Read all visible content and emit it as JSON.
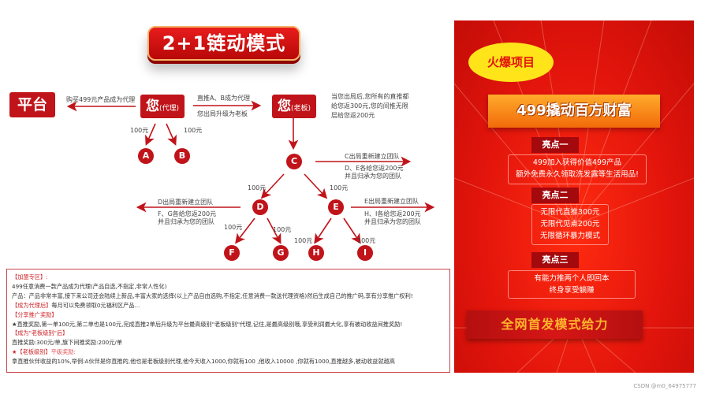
{
  "title": "2+1链动模式",
  "diagram": {
    "platform": "平台",
    "you_agent": {
      "main": "您",
      "sub": "(代理)"
    },
    "you_boss": {
      "main": "您",
      "sub": "(老板)"
    },
    "buy_label": "购买499元产品成为代理",
    "direct_label_1": "直推A、B成为代理",
    "direct_label_2": "您出局升级为老板",
    "boss_note": [
      "当您出局后,您所有的直推都",
      "给您返300元,您的间推无限",
      "层给您返200元"
    ],
    "amount": "100元",
    "nodes": [
      "A",
      "B",
      "C",
      "D",
      "E",
      "F",
      "G",
      "H",
      "I"
    ],
    "c_exit": {
      "title": "C出局重新建立团队",
      "line1": "D、E各给您返200元",
      "line2": "并且归承为您的团队"
    },
    "d_exit": {
      "title": "D出局重新建立团队",
      "line1": "F、G各给您返200元",
      "line2": "并且归承为您的团队"
    },
    "e_exit": {
      "title": "E出局重新建立团队",
      "line1": "H、I各给您返200元",
      "line2": "并且归承为您的团队"
    }
  },
  "info": {
    "join_header": "【加盟专区】:",
    "join_line": "499任意消费一款产品成为代理(产品自选,不指定,非常人性化)",
    "product_line": "产品：产品非常丰富,接下来公司还会陆续上新品,丰富大家的选择(以上产品自由选购,不指定,任意消费一款送代理资格)然后生成自己的推广码,享有分享推广权利!",
    "agent_header": "【成为代理后】",
    "agent_text": "每月可以免费领取0元福利区产品...",
    "share_header": "【分享推广奖励】",
    "share_text": "★直推奖励,第一单100元,第二单也是100元,完成直推2单后升级为平台最高级别\"老板级别\"代理,记住,是最高级别哦,享受利润最大化,享有被动收益间推奖励!",
    "boss_header": "【成为\"老板级别\"后】",
    "boss_text": "直推奖励:300元/单,旗下间推奖励:200元/单",
    "peer_star": "★",
    "peer_header": "【老板级别】",
    "peer_sub": "平级奖励:",
    "peer_text": "拿直推伙伴收益的10%,举例:A伙伴是你直推的,他也是老板级别代理,他今天收入1000,你就有100 ,他收入10000 ,你就有1000,直推越多,被动收益就越高"
  },
  "promo": {
    "burst": "火爆项目",
    "banner": "499撬动百方财富",
    "highlight1": {
      "tag": "亮点一",
      "lines": [
        "499加入获得价值499产品",
        "额外免费永久领取洗发露等生活用品!"
      ]
    },
    "highlight2": {
      "tag": "亮点二",
      "lines": [
        "无限代直推300元",
        "无限代见点200元",
        "无限循环暴力模式"
      ]
    },
    "highlight3": {
      "tag": "亮点三",
      "lines": [
        "有能力推两个人即回本",
        "终身享受躺赚"
      ]
    },
    "slogan": "全网首发模式给力"
  },
  "watermark": "CSDN @m0_64975777",
  "colors": {
    "brand_red": "#c0141a",
    "promo_red": "#e3150c",
    "burst_yellow": "#ffe41a",
    "banner_orange": "#f26a0a",
    "slogan_gold": "#ffb52e"
  }
}
